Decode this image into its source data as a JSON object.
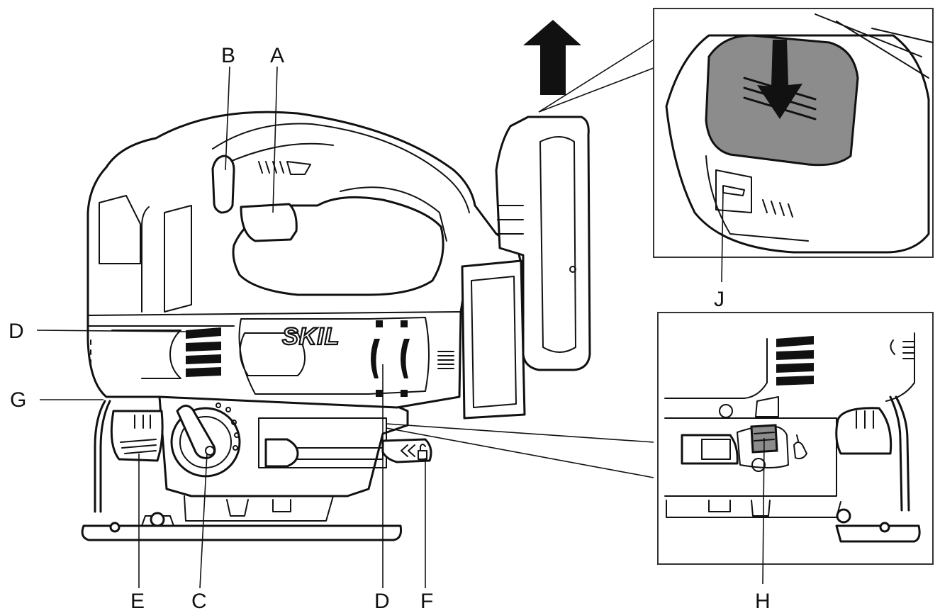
{
  "brand": "SKIL",
  "labels": {
    "A": "A",
    "B": "B",
    "C": "C",
    "D_left": "D",
    "D_bottom": "D",
    "E": "E",
    "F": "F",
    "G": "G",
    "H": "H",
    "J": "J"
  },
  "colors": {
    "line": "#111111",
    "highlight": "#8c8c8c",
    "background": "#ffffff"
  },
  "icons": [
    "up-arrow-icon",
    "down-arrow-icon",
    "padlock-icon",
    "hand-icon"
  ]
}
